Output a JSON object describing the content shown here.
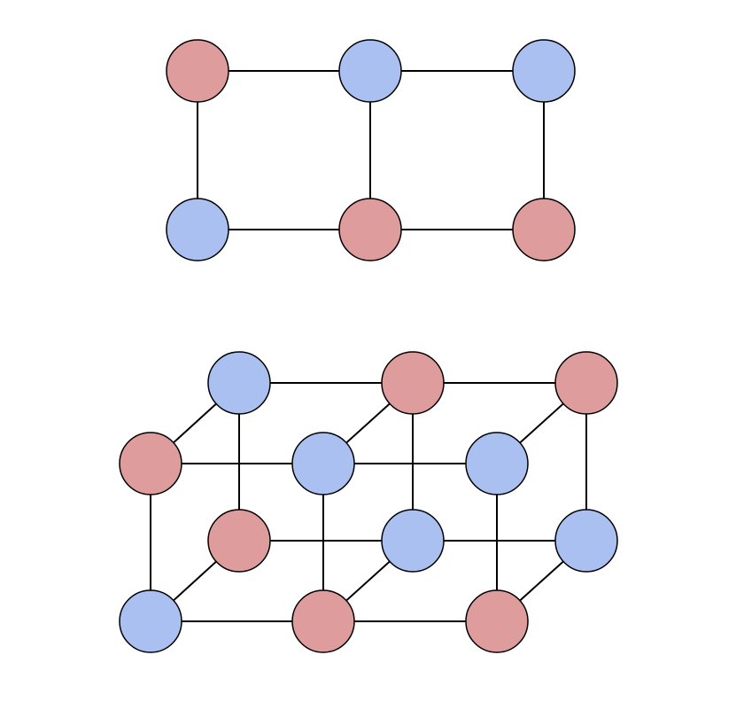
{
  "colors": {
    "red": "#de9c9c",
    "blue": "#a9c0f0",
    "edge": "#000000",
    "background": "#ffffff"
  },
  "graphs": [
    {
      "name": "ladder-2x3",
      "nodes": [
        {
          "id": "a0",
          "color": "red"
        },
        {
          "id": "a1",
          "color": "blue"
        },
        {
          "id": "a2",
          "color": "blue"
        },
        {
          "id": "b0",
          "color": "blue"
        },
        {
          "id": "b1",
          "color": "red"
        },
        {
          "id": "b2",
          "color": "red"
        }
      ],
      "edges": [
        [
          "a0",
          "a1"
        ],
        [
          "a1",
          "a2"
        ],
        [
          "b0",
          "b1"
        ],
        [
          "b1",
          "b2"
        ],
        [
          "a0",
          "b0"
        ],
        [
          "a1",
          "b1"
        ],
        [
          "a2",
          "b2"
        ]
      ]
    },
    {
      "name": "prism-2x2x3",
      "nodes": [
        {
          "id": "bt0",
          "color": "blue"
        },
        {
          "id": "bt1",
          "color": "red"
        },
        {
          "id": "bt2",
          "color": "red"
        },
        {
          "id": "ft0",
          "color": "red"
        },
        {
          "id": "ft1",
          "color": "blue"
        },
        {
          "id": "ft2",
          "color": "blue"
        },
        {
          "id": "bb0",
          "color": "red"
        },
        {
          "id": "bb1",
          "color": "blue"
        },
        {
          "id": "bb2",
          "color": "blue"
        },
        {
          "id": "fb0",
          "color": "blue"
        },
        {
          "id": "fb1",
          "color": "red"
        },
        {
          "id": "fb2",
          "color": "red"
        }
      ],
      "edges": [
        [
          "bt0",
          "bt1"
        ],
        [
          "bt1",
          "bt2"
        ],
        [
          "ft0",
          "ft1"
        ],
        [
          "ft1",
          "ft2"
        ],
        [
          "bb0",
          "bb1"
        ],
        [
          "bb1",
          "bb2"
        ],
        [
          "fb0",
          "fb1"
        ],
        [
          "fb1",
          "fb2"
        ],
        [
          "bt0",
          "bb0"
        ],
        [
          "bt1",
          "bb1"
        ],
        [
          "bt2",
          "bb2"
        ],
        [
          "ft0",
          "fb0"
        ],
        [
          "ft1",
          "fb1"
        ],
        [
          "ft2",
          "fb2"
        ],
        [
          "bt0",
          "ft0"
        ],
        [
          "bt1",
          "ft1"
        ],
        [
          "bt2",
          "ft2"
        ],
        [
          "bb0",
          "fb0"
        ],
        [
          "bb1",
          "fb1"
        ],
        [
          "bb2",
          "fb2"
        ]
      ]
    }
  ]
}
